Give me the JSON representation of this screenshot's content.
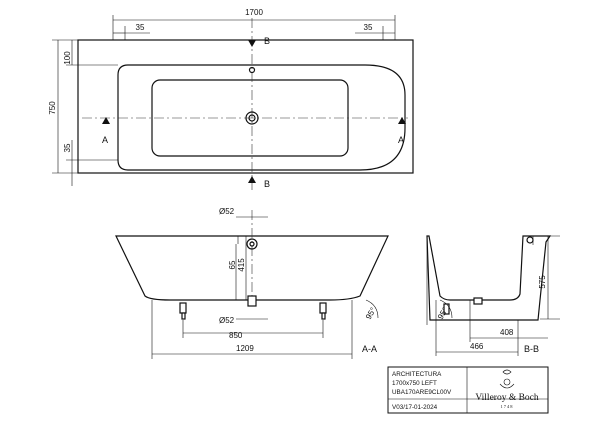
{
  "top_view": {
    "overall_length": "1700",
    "left_offset": "35",
    "right_offset": "35",
    "width": "750",
    "top_offset": "100",
    "bottom_offset": "35",
    "section_b": "B",
    "section_a": "A"
  },
  "section_aa": {
    "outlet_diameter_top": "Ø52",
    "outlet_diameter_bottom": "Ø52",
    "dim_65": "65",
    "dim_415": "415",
    "dim_850": "850",
    "dim_1209": "1209",
    "angle": "95°",
    "label": "A-A"
  },
  "section_bb": {
    "height": "575",
    "dim_408": "408",
    "dim_466": "466",
    "angle": "95°",
    "label": "B-B"
  },
  "title_block": {
    "product": "ARCHITECTURA",
    "size": "1700x750 LEFT",
    "code": "UBA170ARE9CL00V",
    "version": "V03/17-01-2024",
    "brand": "Villeroy & Boch",
    "year": "1748"
  }
}
